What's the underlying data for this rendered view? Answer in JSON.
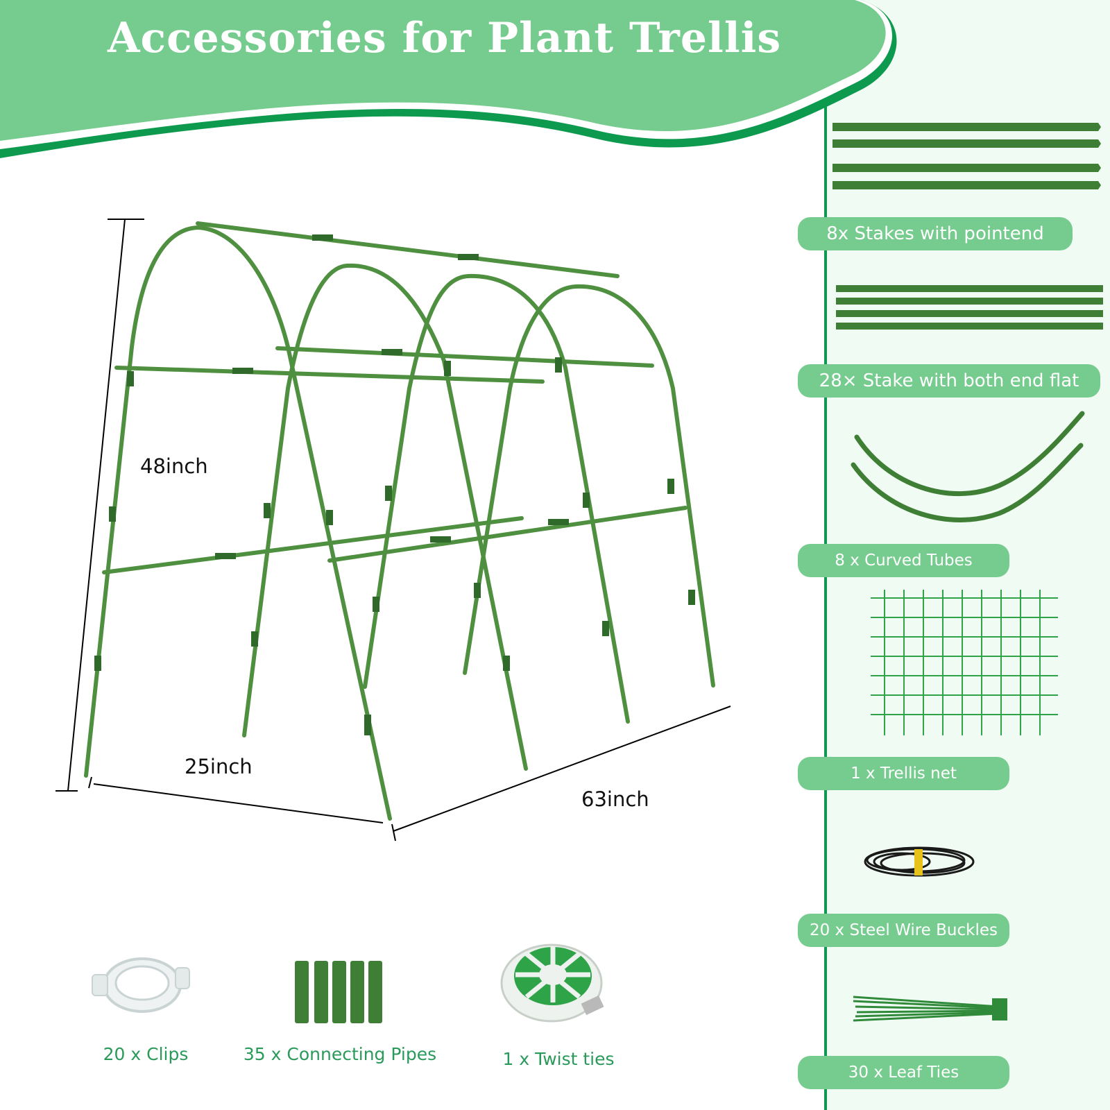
{
  "header": {
    "title": "Accessories for Plant Trellis"
  },
  "colors": {
    "banner": "#76cc8e",
    "banner_edge": "#0d9a4e",
    "panel": "#f0fbf3",
    "rod": "#4f9040",
    "rod_dark": "#2f6a2a",
    "caption": "#2a9a5a"
  },
  "dimensions": {
    "height": "48inch",
    "width": "25inch",
    "length": "63inch"
  },
  "bottom_items": [
    {
      "label": "20 x Clips",
      "icon": "clip-icon"
    },
    {
      "label": "35 x Connecting Pipes",
      "icon": "connecting-pipes-icon"
    },
    {
      "label": "1 x Twist ties",
      "icon": "twist-ties-icon"
    }
  ],
  "side_items": [
    {
      "label": "8x Stakes with pointend",
      "icon": "pointed-stakes-icon"
    },
    {
      "label": "28× Stake with both end flat",
      "icon": "flat-stakes-icon"
    },
    {
      "label": "8 x Curved Tubes",
      "icon": "curved-tubes-icon"
    },
    {
      "label": "1 x Trellis net",
      "icon": "trellis-net-icon"
    },
    {
      "label": "20 x Steel Wire Buckles",
      "icon": "wire-buckles-icon"
    },
    {
      "label": "30 x Leaf Ties",
      "icon": "leaf-ties-icon"
    }
  ]
}
